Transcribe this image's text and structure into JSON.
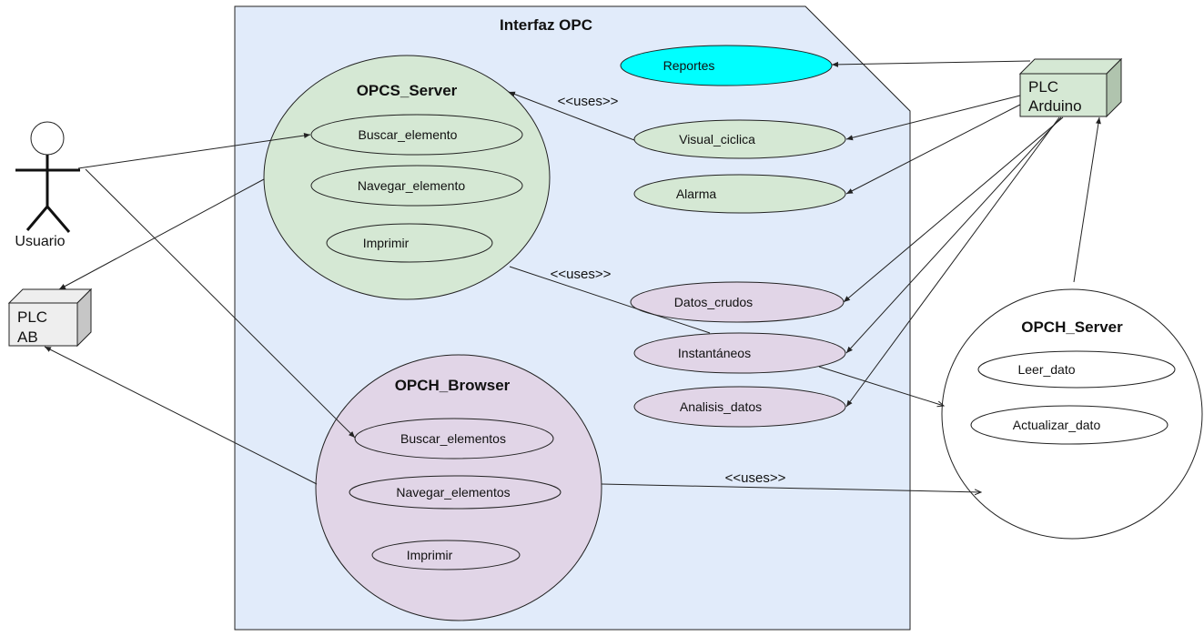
{
  "diagram": {
    "type": "uml-use-case",
    "system_boundary": {
      "title": "Interfaz OPC",
      "fill": "#e1ebfa"
    },
    "actor": {
      "label": "Usuario"
    },
    "nodes": {
      "plc_ab": {
        "line1": "PLC",
        "line2": "AB",
        "fill": "#eeeeee",
        "side": "#c6c6c6"
      },
      "plc_arduino": {
        "line1": "PLC",
        "line2": "Arduino",
        "fill": "#d5e8d4",
        "side": "#b0c4ae"
      }
    },
    "components": {
      "opcs_server": {
        "title": "OPCS_Server",
        "fill": "#d5e8d4",
        "use_cases": [
          "Buscar_elemento",
          "Navegar_elemento",
          "Imprimir"
        ]
      },
      "opch_browser": {
        "title": "OPCH_Browser",
        "fill": "#e1d5e7",
        "use_cases": [
          "Buscar_elementos",
          "Navegar_elementos",
          "Imprimir"
        ]
      },
      "opch_server": {
        "title": "OPCH_Server",
        "fill": "#ffffff",
        "use_cases": [
          "Leer_dato",
          "Actualizar_dato"
        ]
      }
    },
    "use_cases": {
      "reportes": {
        "label": "Reportes",
        "fill": "#00ffff"
      },
      "visual_ciclica": {
        "label": "Visual_ciclica",
        "fill": "#d5e8d4"
      },
      "alarma": {
        "label": "Alarma",
        "fill": "#d5e8d4"
      },
      "datos_crudos": {
        "label": "Datos_crudos",
        "fill": "#e1d5e7"
      },
      "instantaneos": {
        "label": "Instantáneos",
        "fill": "#e1d5e7"
      },
      "analisis_datos": {
        "label": "Analisis_datos",
        "fill": "#e1d5e7"
      }
    },
    "stereotypes": {
      "uses_1": "<<uses>>",
      "uses_2": "<<uses>>",
      "uses_3": "<<uses>>"
    }
  }
}
